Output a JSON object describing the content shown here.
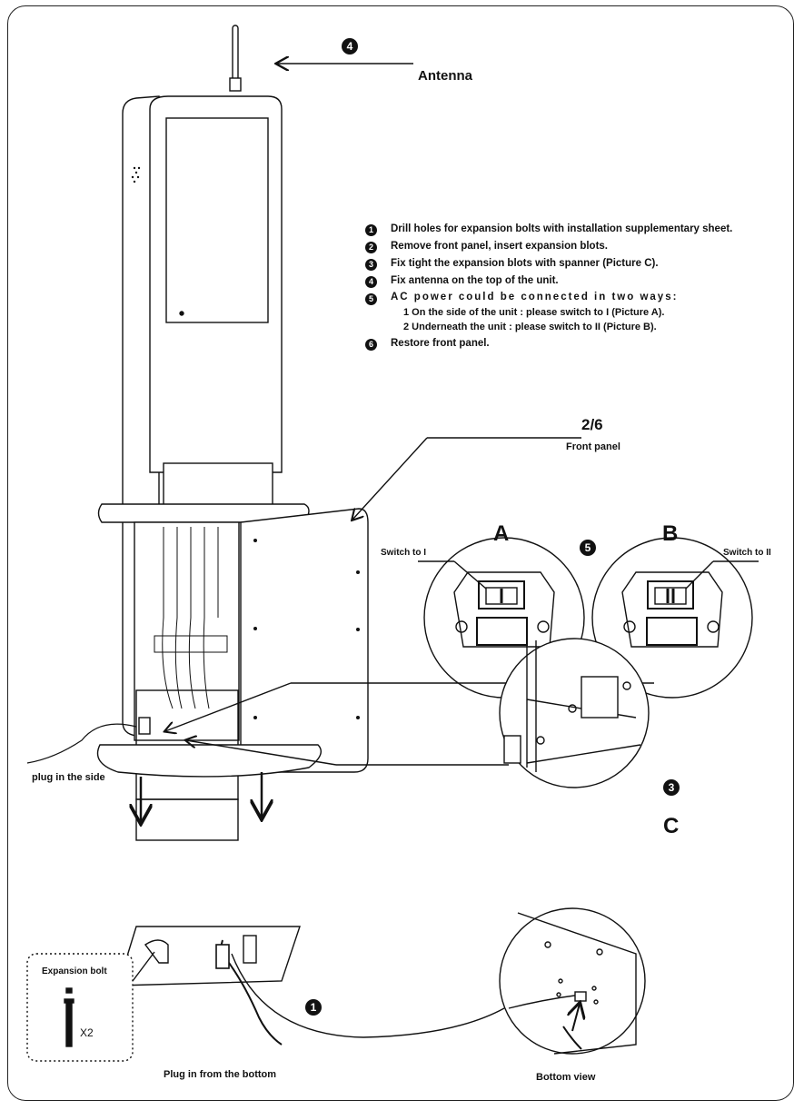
{
  "antenna": {
    "number": "4",
    "label": "Antenna"
  },
  "steps": [
    {
      "num": "1",
      "text": "Drill holes for expansion bolts with installation supplementary sheet."
    },
    {
      "num": "2",
      "text": "Remove front panel, insert expansion blots."
    },
    {
      "num": "3",
      "text": "Fix  tight the  expansion blots with spanner (Picture C)."
    },
    {
      "num": "4",
      "text": "Fix antenna on the top of the unit."
    },
    {
      "num": "5",
      "text": "AC power could be connected in two ways:"
    },
    {
      "num": "6",
      "text": "Restore front panel."
    }
  ],
  "substeps": [
    "1 On the side of the unit :  please switch to I (Picture A).",
    "2 Underneath the unit : please switch to  II (Picture B)."
  ],
  "front_panel": {
    "number": "2/6",
    "label": "Front panel"
  },
  "picture_a": {
    "letter": "A",
    "switch_label": "Switch to I"
  },
  "picture_b": {
    "letter": "B",
    "switch_label": "Switch to II"
  },
  "power_step_num": "5",
  "picture_c": {
    "number": "3",
    "letter": "C"
  },
  "bottom": {
    "side_label": "plug in the side",
    "bottom_label": "Plug in from the bottom",
    "bolt_title": "Expansion bolt",
    "bolt_qty": "X2",
    "drill_num": "1",
    "view_label": "Bottom view"
  }
}
